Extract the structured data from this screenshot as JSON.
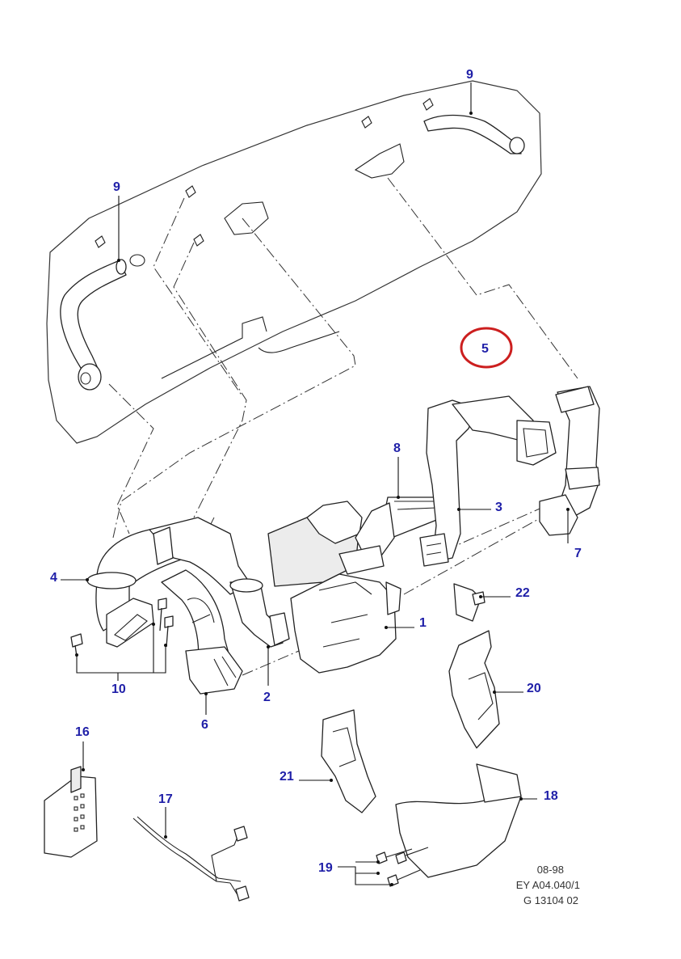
{
  "callouts": {
    "c1": "1",
    "c2": "2",
    "c3": "3",
    "c4": "4",
    "c5": "5",
    "c6": "6",
    "c7": "7",
    "c8": "8",
    "c9a": "9",
    "c9b": "9",
    "c10": "10",
    "c16": "16",
    "c17": "17",
    "c18": "18",
    "c19": "19",
    "c20": "20",
    "c21": "21",
    "c22": "22"
  },
  "reference": {
    "date": "08-98",
    "code": "EY A04.040/1",
    "number": "G 13104 02"
  },
  "highlight": {
    "callout": "5",
    "color": "#cc1f1f"
  },
  "colors": {
    "callout_text": "#1f1fa8",
    "line_art": "#222222"
  }
}
